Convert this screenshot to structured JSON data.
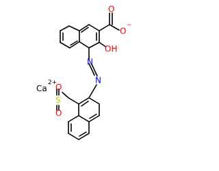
{
  "molecule": {
    "counter_ion": {
      "symbol": "Ca",
      "charge": "2+"
    },
    "carboxylate": {
      "oxygen": "O",
      "charge": "−"
    },
    "hydroxyl": "OH",
    "azo_n1": "N",
    "azo_n2": "N",
    "sulfonyl_s": "S",
    "sulfonyl_o1": "O",
    "sulfonyl_o2": "O"
  },
  "colors": {
    "bond": "#000000",
    "oxygen": "#ff0000",
    "nitrogen": "#0000ff",
    "sulfur": "#cccc00",
    "calcium": "#000000",
    "carbon_label": "#000000"
  }
}
